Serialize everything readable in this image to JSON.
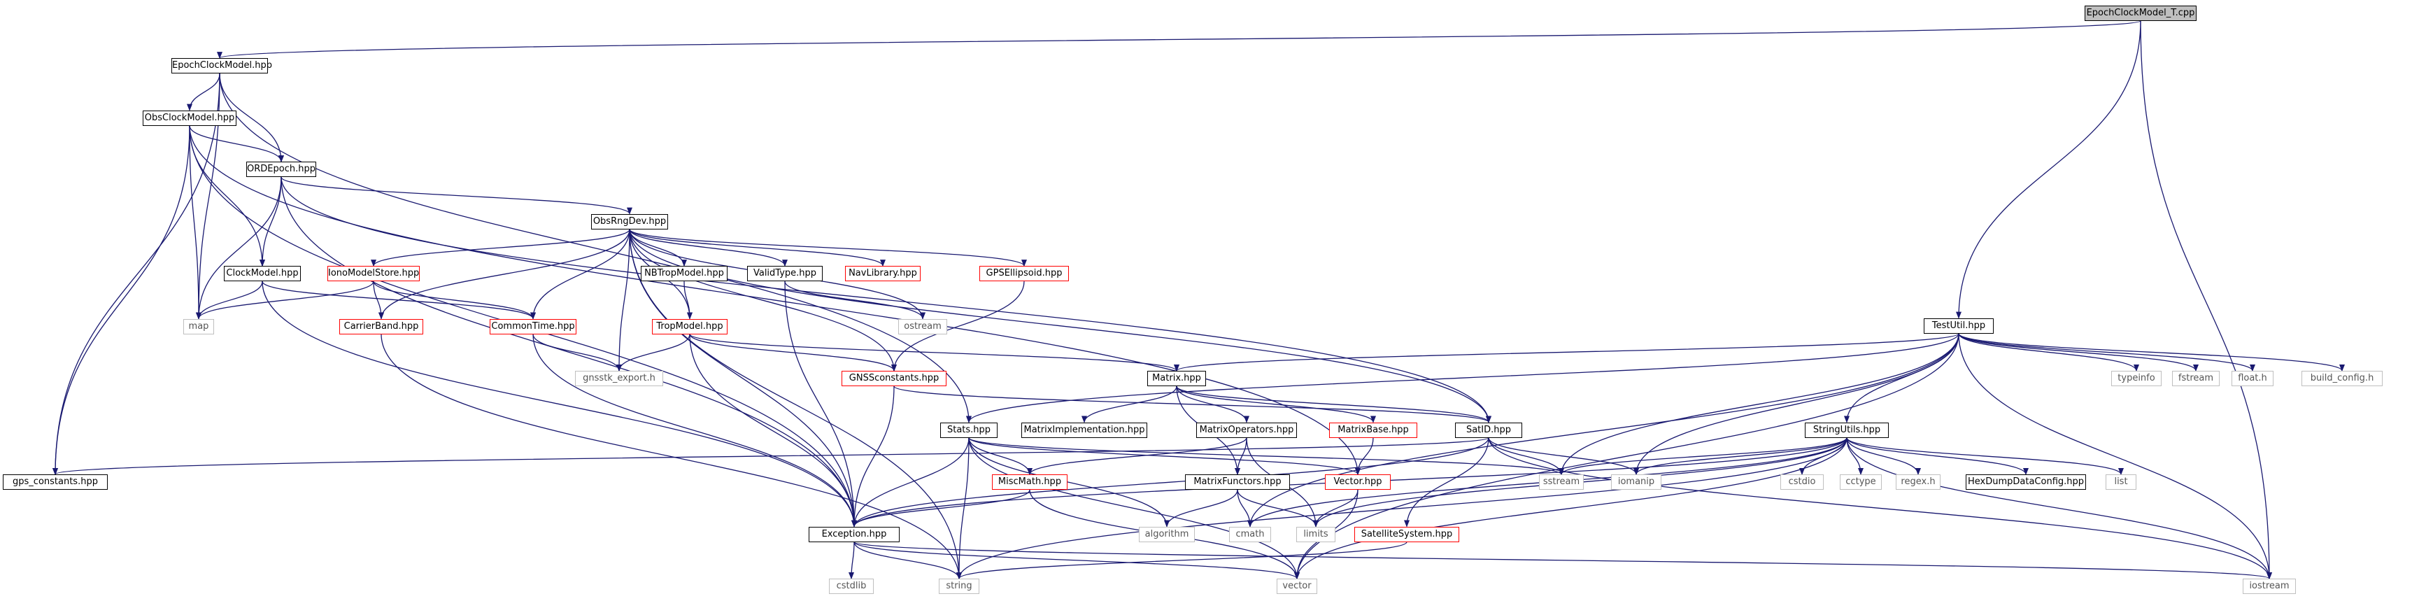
{
  "colors": {
    "edge": "#191970",
    "node_border": "#000000",
    "header_border": "#ff0000",
    "system_border": "#bfbfbf",
    "root_fill": "#bfbfbf"
  },
  "nodes": {
    "epochclockmodel_t_cpp": "EpochClockModel_T.cpp",
    "epochclockmodel_hpp": "EpochClockModel.hpp",
    "obsclockmodel_hpp": "ObsClockModel.hpp",
    "ordepoch_hpp": "ORDEpoch.hpp",
    "obsrngdev_hpp": "ObsRngDev.hpp",
    "clockmodel_hpp": "ClockModel.hpp",
    "ionomodelstore_hpp": "IonoModelStore.hpp",
    "map": "map",
    "carrierband_hpp": "CarrierBand.hpp",
    "commontime_hpp": "CommonTime.hpp",
    "nbtropmodel_hpp": "NBTropModel.hpp",
    "troptype_hpp": "TropModel.hpp",
    "validtype_hpp": "ValidType.hpp",
    "navlibrary_hpp": "NavLibrary.hpp",
    "gpsellipsoid_hpp": "GPSEllipsoid.hpp",
    "ostream": "ostream",
    "gnsstk_export_h": "gnsstk_export.h",
    "gnssconstants_hpp": "GNSSconstants.hpp",
    "gps_constants_hpp": "gps_constants.hpp",
    "exception_hpp": "Exception.hpp",
    "cstdlib": "cstdlib",
    "string": "string",
    "vector": "vector",
    "iostream": "iostream",
    "testutil_hpp": "TestUtil.hpp",
    "matrix_hpp": "Matrix.hpp",
    "matriximplementation_hpp": "MatrixImplementation.hpp",
    "matrixoperators_hpp": "MatrixOperators.hpp",
    "matrixbase_hpp": "MatrixBase.hpp",
    "satid_hpp": "SatID.hpp",
    "stats_hpp": "Stats.hpp",
    "miscmath_hpp": "MiscMath.hpp",
    "matrixfunctors_hpp": "MatrixFunctors.hpp",
    "vector_hpp": "Vector.hpp",
    "sstream": "sstream",
    "algorithm": "algorithm",
    "cmath": "cmath",
    "limits": "limits",
    "satellitesystem_hpp": "SatelliteSystem.hpp",
    "iomanip": "iomanip",
    "typeinfo": "typeinfo",
    "fstream": "fstream",
    "float_h": "float.h",
    "build_config_h": "build_config.h",
    "stringutils_hpp": "StringUtils.hpp",
    "cstdio": "cstdio",
    "cctype": "cctype",
    "regex_h": "regex.h",
    "hexdumpdataconfig_hpp": "HexDumpDataConfig.hpp",
    "list": "list"
  }
}
